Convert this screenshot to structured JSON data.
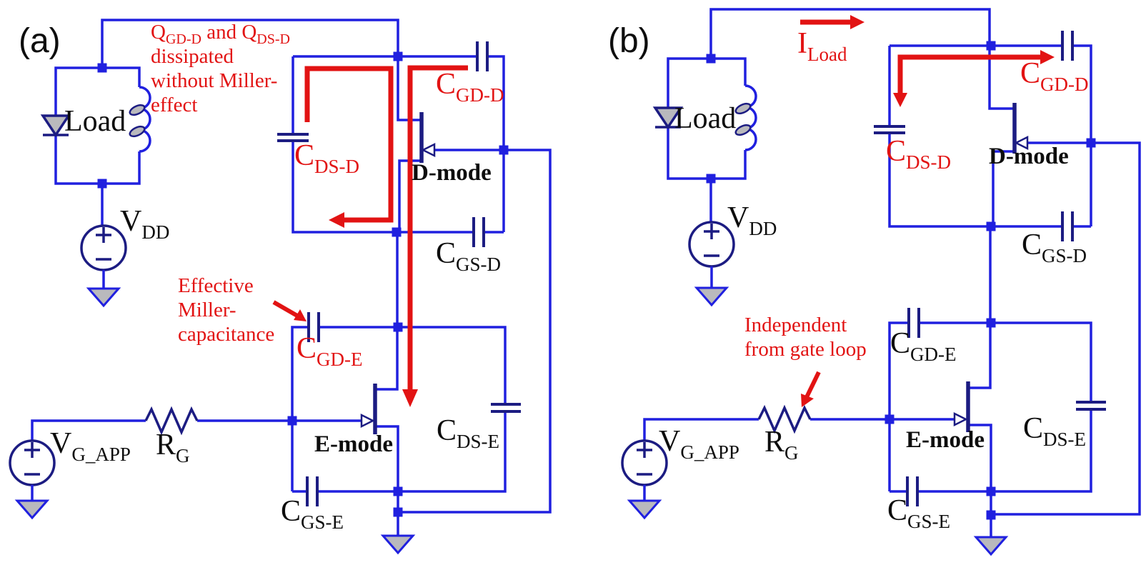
{
  "figure": {
    "type": "circuit-schematic",
    "description": "cascode switch parasitic-capacitance figure",
    "panels": [
      "(a)",
      "(b)"
    ]
  },
  "colors": {
    "wire": "#2020df",
    "comp": "#1c1c82",
    "red": "#e21313",
    "gray": "#b9b9bd",
    "text": "#0d0d0d"
  },
  "panel_a": {
    "tag": "(a)",
    "labels": {
      "load": "Load",
      "vdd": {
        "main": "V",
        "sub": "DD"
      },
      "vgapp": {
        "main": "V",
        "sub": "G_APP"
      },
      "rg": {
        "main": "R",
        "sub": "G"
      },
      "dmode": "D-mode",
      "emode": "E-mode",
      "cdsd": {
        "main": "C",
        "sub": "DS-D"
      },
      "cgdd": {
        "main": "C",
        "sub": "GD-D"
      },
      "cgsd": {
        "main": "C",
        "sub": "GS-D"
      },
      "cgde": {
        "main": "C",
        "sub": "GD-E"
      },
      "cdse": {
        "main": "C",
        "sub": "DS-E"
      },
      "cgse": {
        "main": "C",
        "sub": "GS-E"
      }
    },
    "note_dissipation": {
      "p1": "Q",
      "s1": "GD-D",
      "p2": " and Q",
      "s2": "DS-D",
      "line2": "dissipated",
      "line3": "without Miller-",
      "line4": "effect"
    },
    "note_miller": {
      "line1": "Effective",
      "line2": "Miller-",
      "line3": "capacitance"
    }
  },
  "panel_b": {
    "tag": "(b)",
    "labels": {
      "load": "Load",
      "vdd": {
        "main": "V",
        "sub": "DD"
      },
      "vgapp": {
        "main": "V",
        "sub": "G_APP"
      },
      "rg": {
        "main": "R",
        "sub": "G"
      },
      "dmode": "D-mode",
      "emode": "E-mode",
      "cdsd": {
        "main": "C",
        "sub": "DS-D"
      },
      "cgdd": {
        "main": "C",
        "sub": "GD-D"
      },
      "cgsd": {
        "main": "C",
        "sub": "GS-D"
      },
      "cgde": {
        "main": "C",
        "sub": "GD-E"
      },
      "cdse": {
        "main": "C",
        "sub": "DS-E"
      },
      "cgse": {
        "main": "C",
        "sub": "GS-E"
      }
    },
    "note_iload": {
      "main": "I",
      "sub": "Load"
    },
    "note_independent": {
      "line1": "Independent",
      "line2": "from gate loop"
    }
  }
}
